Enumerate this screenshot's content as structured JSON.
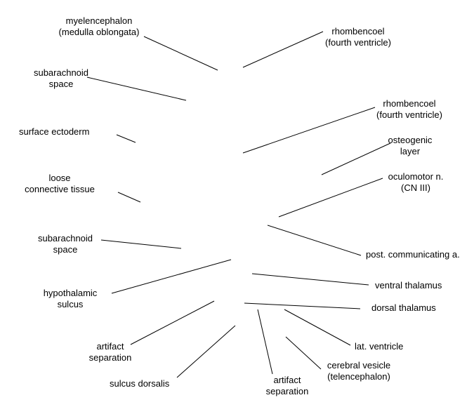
{
  "labels": {
    "myelencephalon": [
      "myelencephalon",
      "(medulla oblongata)"
    ],
    "rhombencoel_top": [
      "rhombencoel",
      "(fourth ventricle)"
    ],
    "subarachnoid_upper": [
      "subarachnoid",
      "space"
    ],
    "rhombencoel_mid": [
      "rhombencoel",
      "(fourth ventricle)"
    ],
    "surface_ectoderm": [
      "surface ectoderm"
    ],
    "osteogenic_layer": [
      "osteogenic",
      "layer"
    ],
    "loose_connective_tissue": [
      "loose",
      "connective tissue"
    ],
    "oculomotor_nerve": [
      "oculomotor n.",
      "(CN III)"
    ],
    "subarachnoid_lower": [
      "subarachnoid",
      "space"
    ],
    "post_communicating": [
      "post. communicating a."
    ],
    "hypothalamic_sulcus": [
      "hypothalamic",
      "sulcus"
    ],
    "ventral_thalamus": [
      "ventral thalamus"
    ],
    "dorsal_thalamus": [
      "dorsal thalamus"
    ],
    "lat_ventricle": [
      "lat. ventricle"
    ],
    "artifact_separation_left": [
      "artifact",
      "separation"
    ],
    "cerebral_vesicle": [
      "cerebral vesicle",
      "(telencephalon)"
    ],
    "sulcus_dorsalis": [
      "sulcus dorsalis"
    ],
    "artifact_separation_bottom": [
      "artifact",
      "separation"
    ]
  }
}
